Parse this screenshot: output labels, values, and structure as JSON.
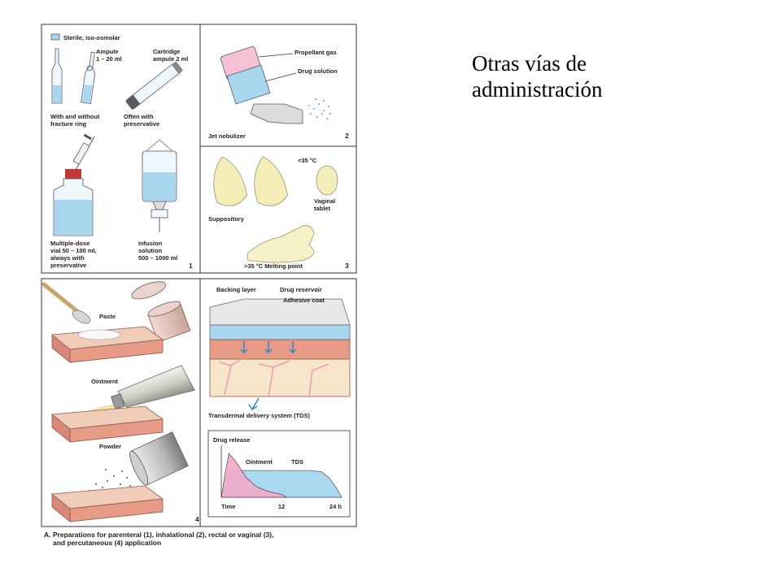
{
  "slide": {
    "title_line1": "Otras vías de",
    "title_line2": "administración"
  },
  "figure": {
    "legend": "Sterile, iso-osmolar",
    "parenteral": {
      "ampule_line1": "Ampule",
      "ampule_line2": "1 – 20 ml",
      "cartridge_line1": "Cartridge",
      "cartridge_line2": "ampule 2 ml",
      "fracture_line1": "With and without",
      "fracture_line2": "fracture ring",
      "preservative_line1": "Often with",
      "preservative_line2": "preservative",
      "vial_line1": "Multiple-dose",
      "vial_line2": "vial 50 – 100 ml,",
      "vial_line3": "always with",
      "vial_line4": "preservative",
      "infusion_line1": "Infusion",
      "infusion_line2": "solution",
      "infusion_line3": "500 – 1000 ml",
      "panel_number": "1"
    },
    "inhalational": {
      "propellant": "Propellant gas",
      "solution": "Drug solution",
      "nebulizer": "Jet nebulizer",
      "panel_number": "2"
    },
    "rectal": {
      "temp_low": "<35 °C",
      "vaginal_line1": "Vaginal",
      "vaginal_line2": "tablet",
      "suppository": "Suppository",
      "melting": ">35 °C Melting point",
      "panel_number": "3"
    },
    "percutaneous": {
      "paste": "Paste",
      "ointment": "Ointment",
      "powder": "Powder",
      "backing": "Backing layer",
      "reservoir": "Drug reservoir",
      "adhesive": "Adhesive coat",
      "tds": "Transdermal delivery system (TDS)",
      "panel_number": "4"
    },
    "caption_line1": "A. Preparations for parenteral (1), inhalational (2), rectal or vaginal (3),",
    "caption_line2": "and percutaneous (4) application"
  },
  "chart_data": {
    "type": "area",
    "title": "Drug release",
    "x_ticks": [
      "Time",
      "12",
      "24 h"
    ],
    "xlim": [
      0,
      24
    ],
    "series": [
      {
        "name": "Ointment",
        "x": [
          0,
          0.7,
          1.5,
          3,
          5,
          7,
          9,
          11,
          12,
          13
        ],
        "y": [
          0,
          0.45,
          0.9,
          0.72,
          0.4,
          0.22,
          0.13,
          0.08,
          0.06,
          0.0
        ]
      },
      {
        "name": "TDS",
        "x": [
          0,
          0.8,
          1.6,
          3,
          6,
          12,
          18,
          20,
          21.5,
          23,
          24
        ],
        "y": [
          0,
          0.4,
          0.52,
          0.55,
          0.55,
          0.55,
          0.55,
          0.52,
          0.4,
          0.18,
          0.0
        ]
      }
    ],
    "colors": {
      "Ointment": "#f2a9c8",
      "TDS": "#a8d9f0"
    },
    "grid": false
  }
}
